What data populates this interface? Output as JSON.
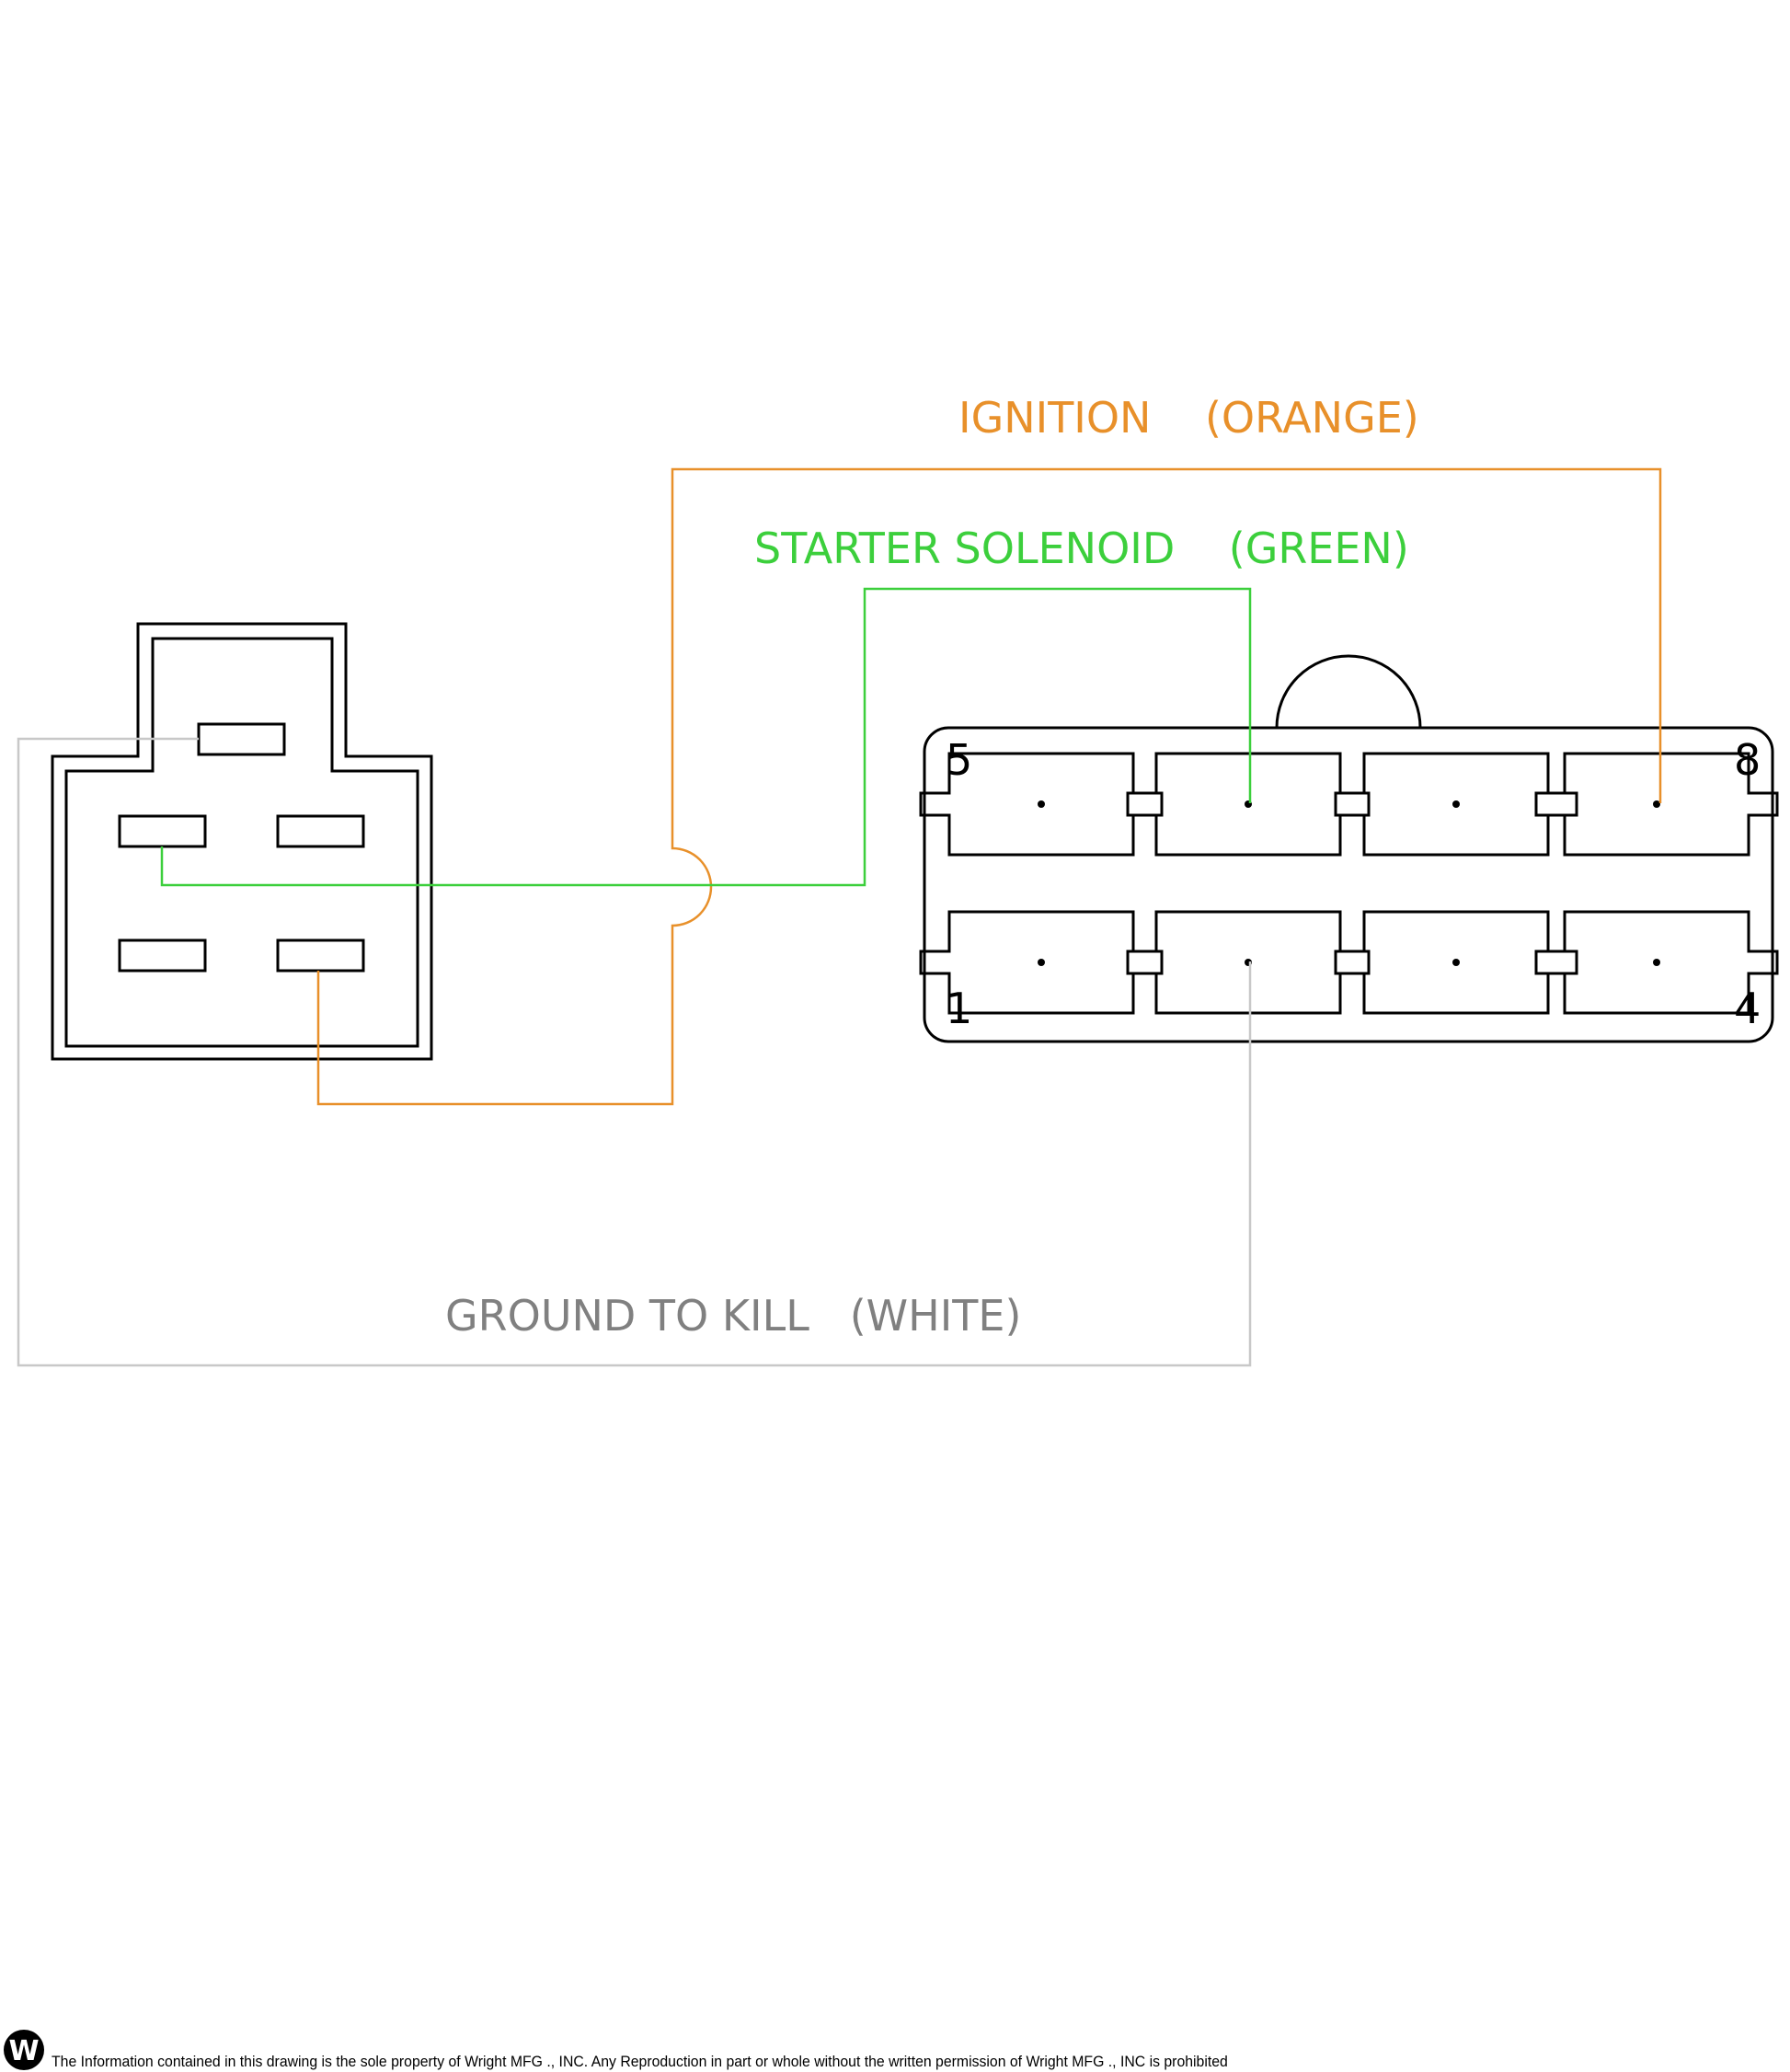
{
  "labels": {
    "ignition": "IGNITION    (ORANGE)",
    "starter": "STARTER SOLENOID    (GREEN)",
    "ground": "GROUND TO KILL   (WHITE)"
  },
  "pin_numbers": {
    "top_left": "5",
    "top_right": "8",
    "bottom_left": "1",
    "bottom_right": "4"
  },
  "footer": {
    "logo_letter": "W",
    "notice": "The Information contained in this drawing is the sole property of Wright MFG ., INC. Any Reproduction in part or whole without the written permission of Wright MFG ., INC is prohibited"
  },
  "colors": {
    "ignition_wire": "#e8902a",
    "starter_wire": "#3ccf3c",
    "ground_wire": "#c8c8c8",
    "ground_label": "#808080",
    "outline": "#000000"
  }
}
